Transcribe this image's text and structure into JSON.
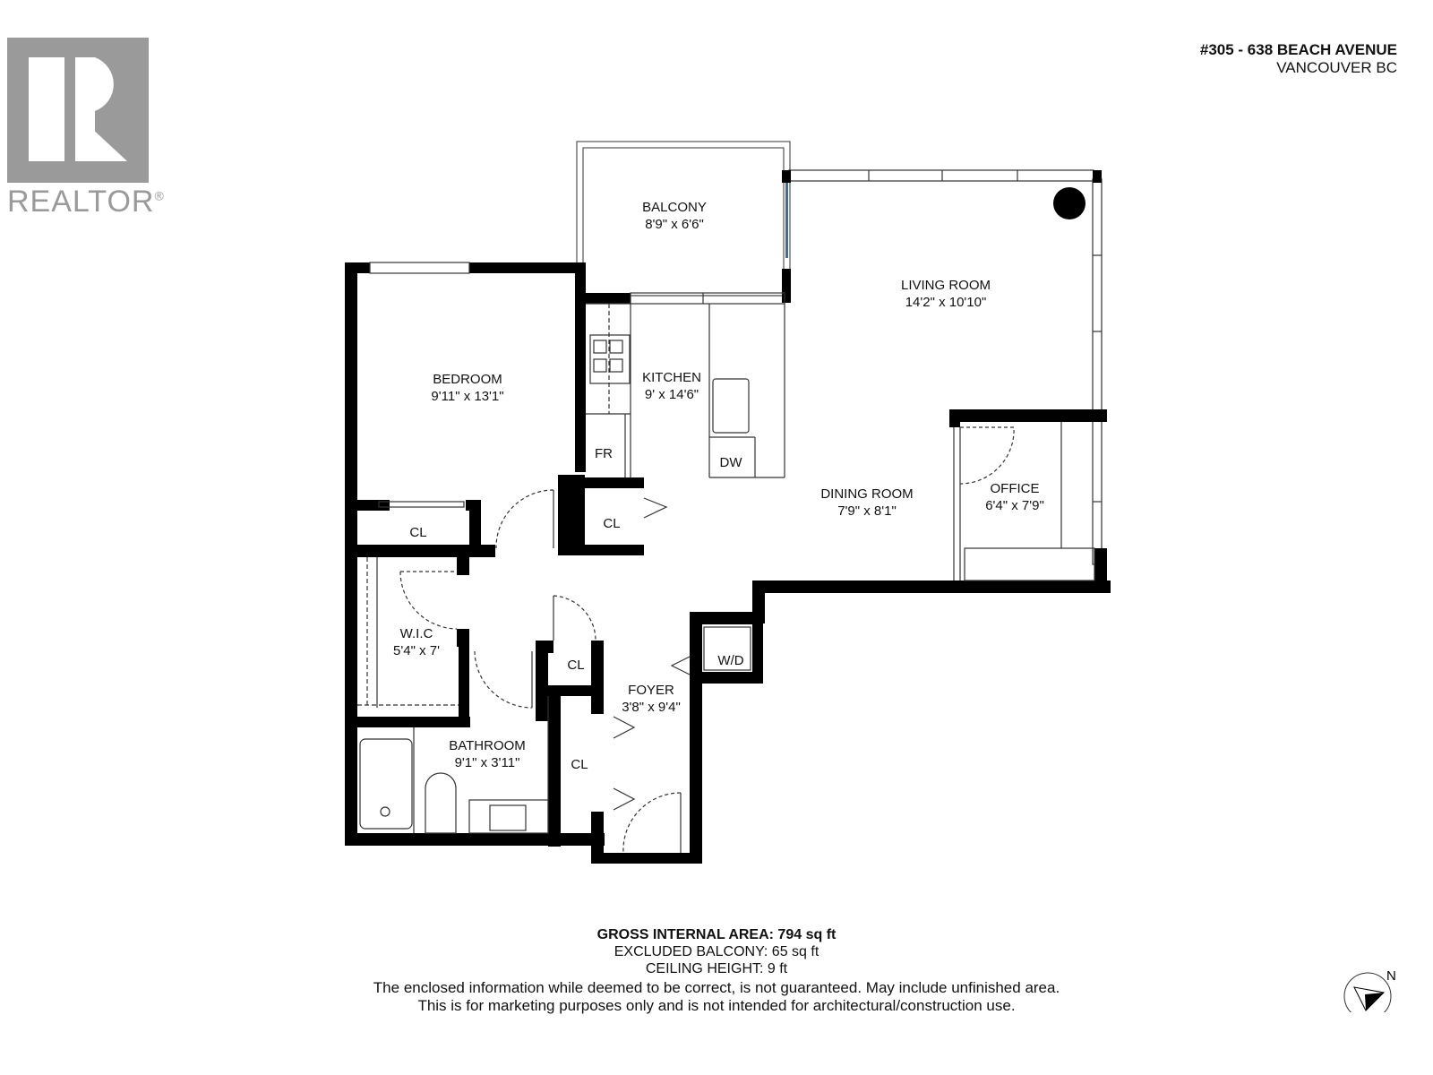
{
  "logo": {
    "text": "REALTOR",
    "mark": "®"
  },
  "address": {
    "line1": "#305 - 638 BEACH AVENUE",
    "line2": "VANCOUVER BC"
  },
  "rooms": {
    "balcony": {
      "name": "BALCONY",
      "size": "8'9\" x 6'6\""
    },
    "living": {
      "name": "LIVING ROOM",
      "size": "14'2\" x 10'10\""
    },
    "bedroom": {
      "name": "BEDROOM",
      "size": "9'11\" x 13'1\""
    },
    "kitchen": {
      "name": "KITCHEN",
      "size": "9' x 14'6\""
    },
    "dining": {
      "name": "DINING ROOM",
      "size": "7'9\" x 8'1\""
    },
    "office": {
      "name": "OFFICE",
      "size": "6'4\" x 7'9\""
    },
    "wic": {
      "name": "W.I.C",
      "size": "5'4\" x 7'"
    },
    "bathroom": {
      "name": "BATHROOM",
      "size": "9'1\" x 3'11\""
    },
    "foyer": {
      "name": "FOYER",
      "size": "3'8\" x 9'4\""
    }
  },
  "fixtures": {
    "fridge": "FR",
    "dishwasher": "DW",
    "washer_dryer": "W/D",
    "closet": "CL"
  },
  "summary": {
    "gross_area": "GROSS INTERNAL AREA: 794 sq ft",
    "excluded_balcony": "EXCLUDED BALCONY: 65 sq ft",
    "ceiling_height": "CEILING HEIGHT: 9 ft"
  },
  "disclaimer": {
    "line1": "The enclosed information while deemed to be correct, is not guaranteed. May include unfinished area.",
    "line2": "This is for marketing purposes only and is not intended for architectural/construction use."
  },
  "compass": {
    "label": "N"
  },
  "colors": {
    "wall": "#000000",
    "logo_gray": "#9a9a9a",
    "door_accent": "#3a6ea5"
  }
}
